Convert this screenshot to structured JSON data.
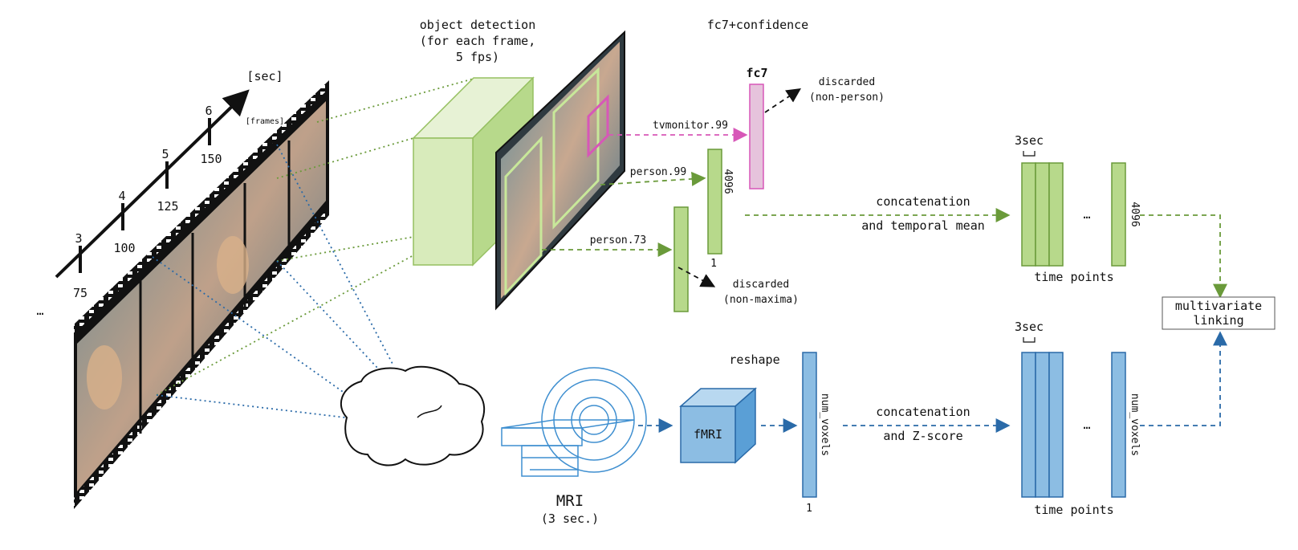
{
  "timeline": {
    "ellipsis": "…",
    "unit_sec": "[sec]",
    "unit_frames": "[frames]",
    "ticks": [
      {
        "sec": "3",
        "frame": "75"
      },
      {
        "sec": "4",
        "frame": "100"
      },
      {
        "sec": "5",
        "frame": "125"
      },
      {
        "sec": "6",
        "frame": "150"
      }
    ]
  },
  "object_detection": {
    "line1": "object detection",
    "line2": "(for each frame,",
    "line3": "5 fps)"
  },
  "detections": {
    "tv": "tvmonitor.99",
    "person1": "person.99",
    "person2": "person.73"
  },
  "features": {
    "header": "fc7+confidence",
    "fc7": "fc7",
    "dim": "4096",
    "one": "1"
  },
  "discarded": {
    "top_line1": "discarded",
    "top_line2": "(non-person)",
    "bottom_line1": "discarded",
    "bottom_line2": "(non-maxima)"
  },
  "concat_top": {
    "line1": "concatenation",
    "line2": "and temporal mean"
  },
  "concat_bottom": {
    "line1": "concatenation",
    "line2": "and Z-score"
  },
  "matrices": {
    "window": "3sec",
    "dots": "…",
    "xlabel": "time points",
    "top_dim": "4096",
    "bottom_dim": "num_voxels"
  },
  "linking": {
    "line1": "multivariate",
    "line2": "linking"
  },
  "mri": {
    "label": "MRI",
    "sub": "(3 sec.)"
  },
  "fmri": {
    "label": "fMRI",
    "reshape": "reshape",
    "vec_label": "num_voxels",
    "one": "1"
  },
  "colors": {
    "green_fill": "#b7d98b",
    "green_stroke": "#6a9a3a",
    "blue_fill": "#8cbde3",
    "blue_stroke": "#2a6aa8",
    "pink": "#d757b8",
    "pink_fill": "#e6c3dc"
  }
}
